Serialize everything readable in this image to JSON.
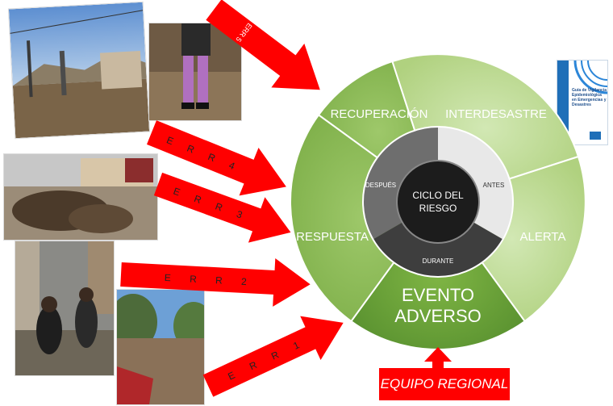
{
  "cycle": {
    "center_title": "CICLO DEL RIESGO",
    "phases": {
      "recuperacion": "RECUPERACIÓN",
      "interdesastre": "INTERDESASTRE",
      "alerta": "ALERTA",
      "respuesta": "RESPUESTA",
      "evento_adverso": "EVENTO ADVERSO"
    },
    "inner_ring": {
      "despues": "DESPUÉS",
      "antes": "ANTES",
      "durante": "DURANTE"
    }
  },
  "arrows": {
    "err1": "E R R 1",
    "err2": "E R R 2",
    "err3": "E R R 3",
    "err4": "E R R 4",
    "err5": "ERR 5"
  },
  "bottom_box": {
    "label": "EQUIPO REGIONAL"
  },
  "document": {
    "title": "Guía de Vigilancia Epidemiológica en Emergencias y Desastres"
  },
  "colors": {
    "arrow_red": "#ff0000",
    "green_dark": "#5f9a2c",
    "green_mid": "#82b446",
    "green_light": "#b9d98f",
    "inner_gray": "#555555",
    "center_black": "#1a1a1a"
  }
}
